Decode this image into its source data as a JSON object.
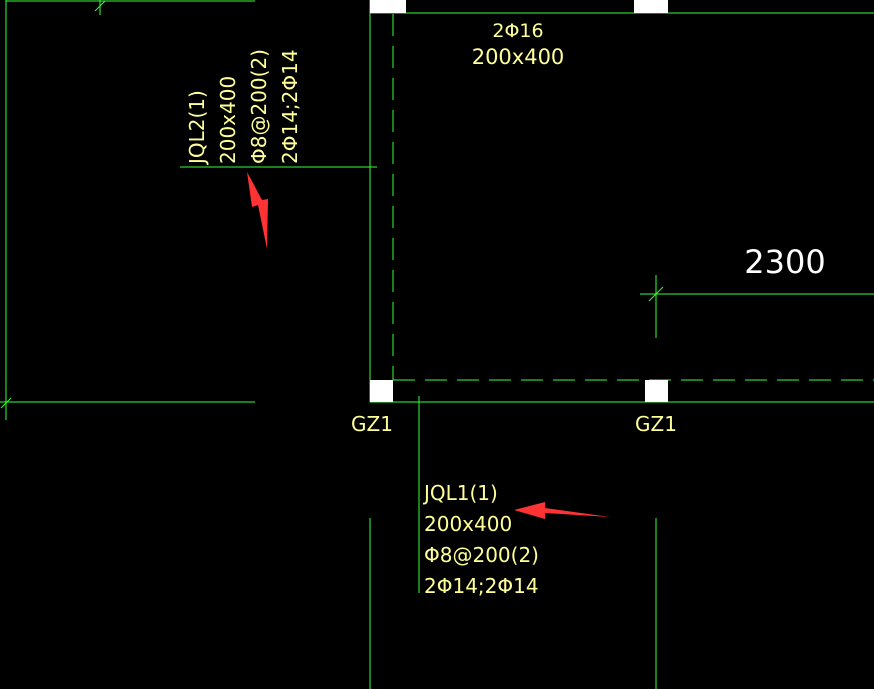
{
  "drawing": {
    "background": "#000000",
    "colors": {
      "line": "#33ff33",
      "text": "#ffff99",
      "label": "#ffffff",
      "column": "#ffffff",
      "arrow": "#ff3333"
    },
    "top_beam": {
      "rebar": "2Φ16",
      "size": "200x400"
    },
    "beam_jql2": {
      "name": "JQL2(1)",
      "size": "200x400",
      "stirrup": "Φ8@200(2)",
      "rebar": "2Φ14;2Φ14"
    },
    "beam_jql1": {
      "name": "JQL1(1)",
      "size": "200x400",
      "stirrup": "Φ8@200(2)",
      "rebar": "2Φ14;2Φ14"
    },
    "dimension": "2300",
    "columns": {
      "left_label": "GZ1",
      "right_label": "GZ1"
    }
  }
}
